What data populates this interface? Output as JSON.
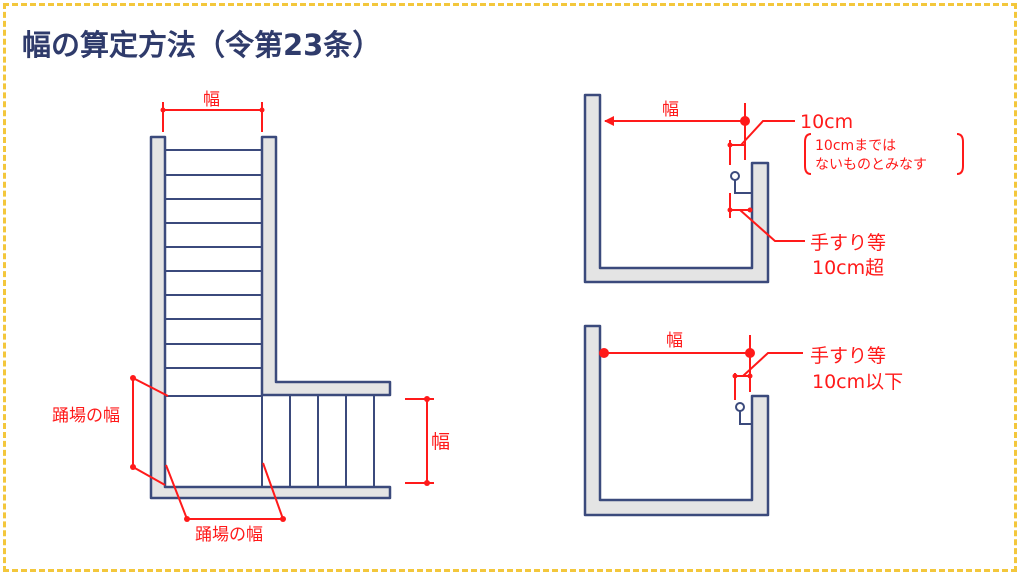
{
  "title": "幅の算定方法（令第23条）",
  "stair_diagram": {
    "top_width_label": "幅",
    "landing_width_left": "踊場の幅",
    "landing_width_bottom": "踊場の幅",
    "right_width_label": "幅"
  },
  "handrail_over": {
    "width_label": "幅",
    "offset_label": "10cm",
    "note_line1": "10cmまでは",
    "note_line2": "ないものとみなす",
    "handrail_line1": "手すり等",
    "handrail_line2": "10cm超"
  },
  "handrail_under": {
    "width_label": "幅",
    "handrail_line1": "手すり等",
    "handrail_line2": "10cm以下"
  },
  "colors": {
    "accent": "#ff1a1a",
    "wall": "#3b4a7c",
    "border": "#f3c73c"
  }
}
